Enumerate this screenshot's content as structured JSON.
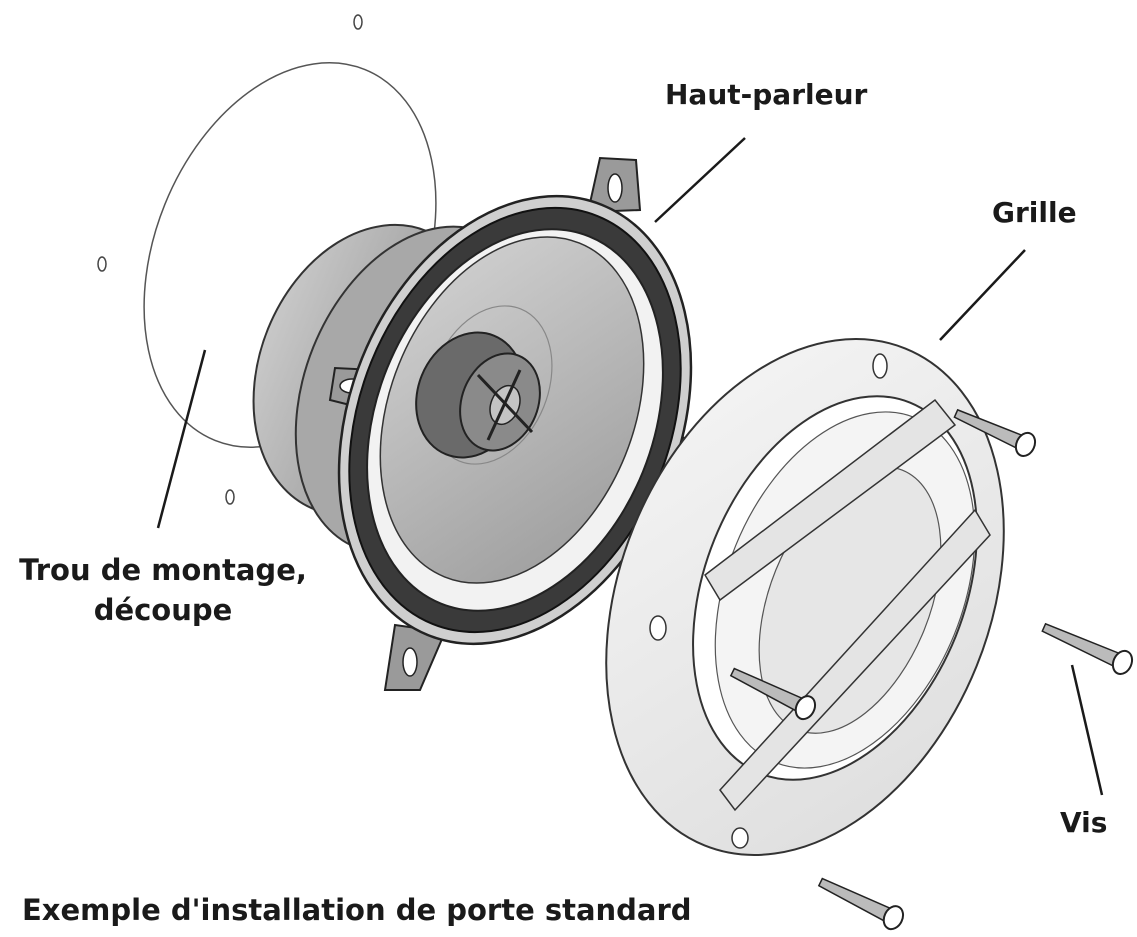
{
  "labels": {
    "speaker": "Haut-parleur",
    "grille": "Grille",
    "cutout_line1": "Trou de montage,",
    "cutout_line2": "découpe",
    "screws": "Vis"
  },
  "caption": "Exemple d'installation de porte standard",
  "colors": {
    "line": "#1a1a1a",
    "surround": "#3a3a3a",
    "cone": "#b8b8b8",
    "metal": "#9c9c9c",
    "grille_face": "#efefef",
    "background": "#ffffff"
  }
}
